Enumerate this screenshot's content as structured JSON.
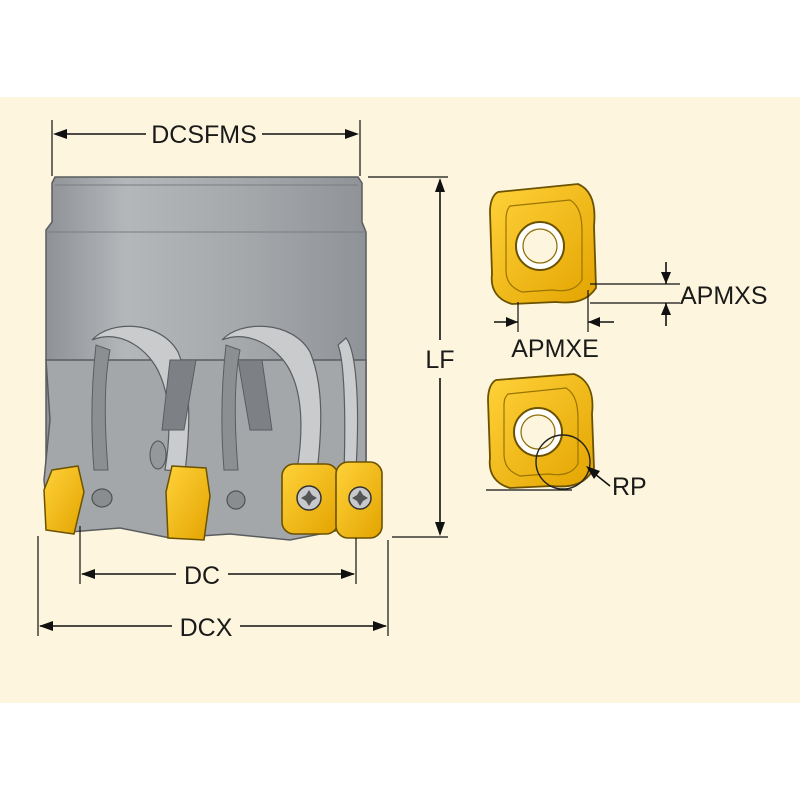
{
  "labels": {
    "dcsfms": "DCSFMS",
    "lf": "LF",
    "apmxs": "APMXS",
    "apmxe": "APMXE",
    "rp": "RP",
    "dc": "DC",
    "dcx": "DCX"
  },
  "colors": {
    "background": "#fdf5dd",
    "tool_body": "#a9acaf",
    "insert": "#f2b705",
    "insert_edge": "#6b5200",
    "line": "#111111"
  }
}
